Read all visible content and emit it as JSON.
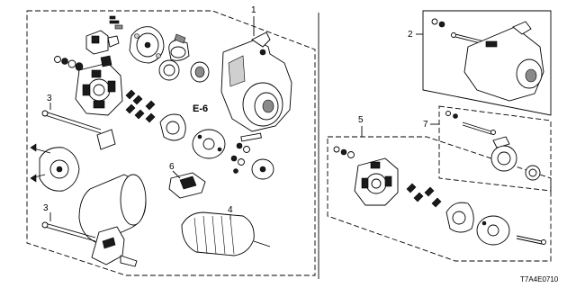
{
  "callouts": {
    "c1": "1",
    "c2": "2",
    "c3a": "3",
    "c3b": "3",
    "c4": "4",
    "c5": "5",
    "c6": "6",
    "c7": "7"
  },
  "ref_label": "E-6",
  "diagram_code": "T7A4E0710"
}
